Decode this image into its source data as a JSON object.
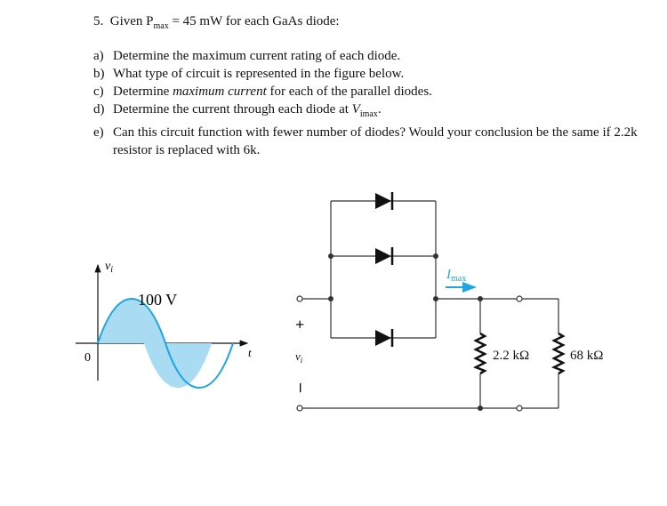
{
  "question": {
    "number": "5.",
    "intro": "Given P",
    "intro_sub": "max",
    "intro_rest": " = 45 mW for each GaAs diode:",
    "parts": [
      {
        "label": "a)",
        "text": "Determine the maximum current rating of each diode."
      },
      {
        "label": "b)",
        "text": "What type of circuit is represented in the figure below."
      },
      {
        "label": "c)",
        "pre": "Determine ",
        "italic": "maximum current",
        "post": " for each of the parallel diodes."
      },
      {
        "label": "d)",
        "pre": "Determine the current through each diode at ",
        "italic": "V",
        "sub": "imax",
        "post": "."
      },
      {
        "label": "e)",
        "text": "Can this circuit function with fewer number of diodes? Would your conclusion be the same if 2.2k resistor is replaced with 6k."
      }
    ]
  },
  "figure": {
    "waveform": {
      "axis_label": "v",
      "axis_label_sub": "i",
      "peak_label": "100 V",
      "origin_label": "0",
      "time_label": "t",
      "fill_color": "#a9dcf2",
      "stroke_color": "#1ea6e0"
    },
    "circuit": {
      "plus_label": "+",
      "minus_label": "–",
      "input_label": "v",
      "input_label_sub": "i",
      "current_label": "I",
      "current_label_sub": "max",
      "current_color": "#1ea6e0",
      "r1_label": "2.2 kΩ",
      "r2_label": "68 kΩ"
    }
  }
}
